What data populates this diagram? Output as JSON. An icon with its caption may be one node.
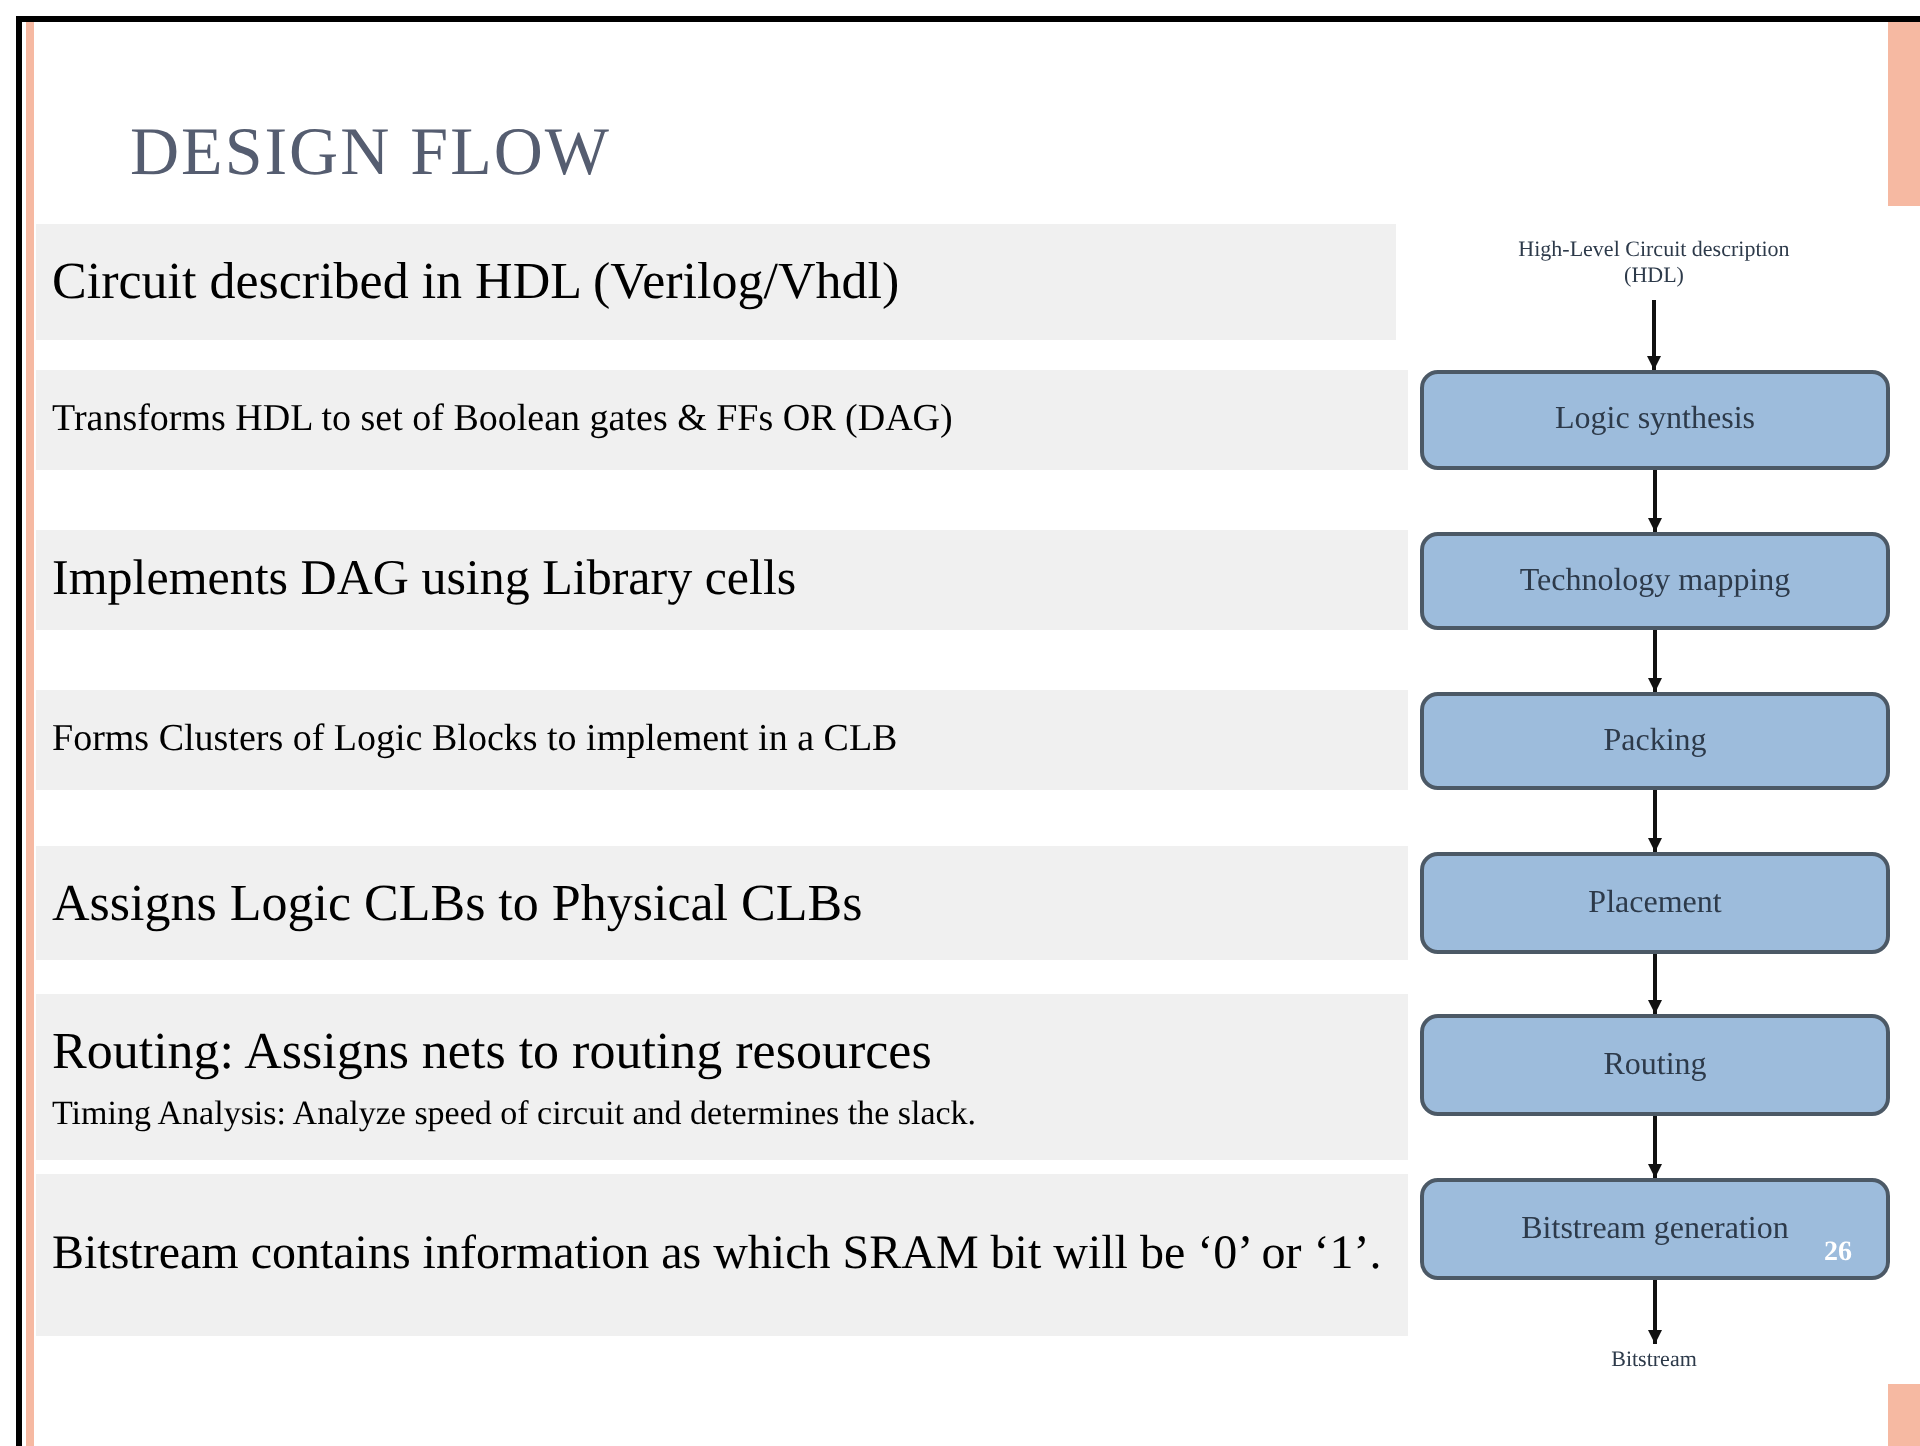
{
  "diagram": {
    "title": "DESIGN FLOW",
    "nodes": [
      {
        "text": [
          "High-Level Circuit description (HDL)"
        ]
      },
      {
        "text": [
          "Logic synthesis"
        ]
      },
      {
        "text": [
          "Technology mapping"
        ]
      },
      {
        "text": [
          "Packing"
        ]
      },
      {
        "text": [
          "Placement"
        ]
      },
      {
        "text": [
          "Routing"
        ]
      },
      {
        "text": [
          "Bitstream generation"
        ]
      },
      {
        "text": [
          "Bitstream"
        ]
      }
    ],
    "edges": [
      {
        "from": 0,
        "to": 1,
        "arrow": "to"
      },
      {
        "from": 1,
        "to": 2,
        "arrow": "to"
      },
      {
        "from": 2,
        "to": 3,
        "arrow": "to"
      },
      {
        "from": 3,
        "to": 4,
        "arrow": "to"
      },
      {
        "from": 4,
        "to": 5,
        "arrow": "to"
      },
      {
        "from": 5,
        "to": 6,
        "arrow": "to"
      },
      {
        "from": 6,
        "to": 7,
        "arrow": "to"
      }
    ],
    "labels": [
      "Circuit described in HDL (Verilog/Vhdl)",
      "Transforms HDL to set of Boolean gates & FFs OR (DAG)",
      "Implements DAG using Library cells",
      "Forms Clusters of Logic Blocks to implement in a CLB",
      "Assigns Logic CLBs to Physical CLBs",
      "Routing: Assigns nets to routing resources",
      "Timing Analysis: Analyze speed of circuit and determines the slack.",
      "Bitstream contains information as which SRAM bit will be ‘0’ or ‘1’.",
      "26"
    ]
  }
}
